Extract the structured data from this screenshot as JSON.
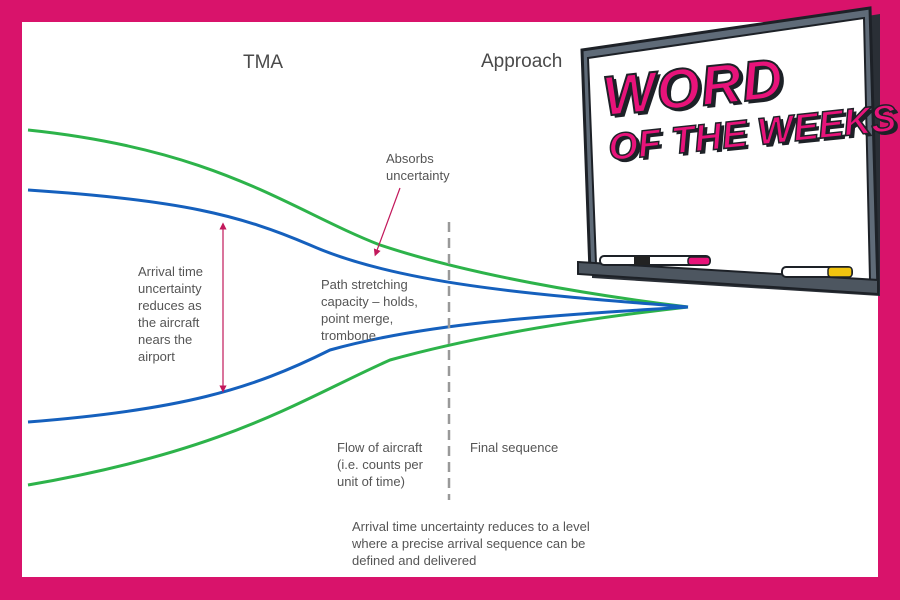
{
  "header": {
    "tma": "TMA",
    "approach": "Approach"
  },
  "labels": {
    "absorbs": "Absorbs\nuncertainty",
    "arrival": "Arrival time\nuncertainty\nreduces as\nthe aircraft\nnears the\nairport",
    "path": "Path stretching\ncapacity – holds,\npoint merge,\ntrombone",
    "flow": "Flow of aircraft\n(i.e. counts per\nunit of time)",
    "final": "Final sequence",
    "bottom": "Arrival time uncertainty reduces to a level\nwhere a precise arrival sequence can be\ndefined and delivered"
  },
  "whiteboard": {
    "title_line1": "WORD",
    "title_line2": "OF THE WEEKS"
  },
  "colors": {
    "frame": "#d9136b",
    "green_curve": "#2db34a",
    "blue_curve": "#1560bd",
    "arrow": "#c2185b",
    "dashed": "#999999",
    "board_title": "#e8137a"
  }
}
